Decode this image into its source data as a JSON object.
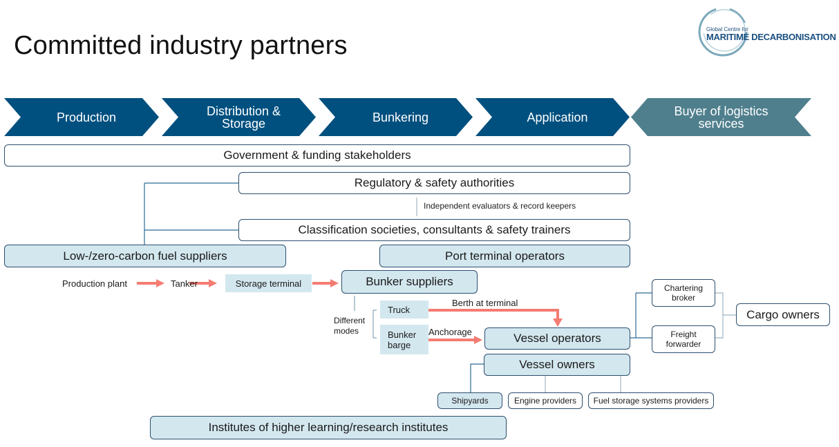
{
  "title": "Committed industry partners",
  "logo": {
    "line1": "Global Centre for",
    "line2": "MARITIME DECARBONISATION"
  },
  "stages": [
    {
      "label": "Production"
    },
    {
      "label": "Distribution & Storage"
    },
    {
      "label": "Bunkering"
    },
    {
      "label": "Application"
    },
    {
      "label": "Buyer of logistics services"
    }
  ],
  "colors": {
    "stage_primary": "#00507f",
    "stage_buyer": "#4f7f8d",
    "box_fill": "#d3e7ef",
    "box_border": "#2c4e6e",
    "arrow": "#f47c73"
  },
  "stakeholders": {
    "government": "Government & funding stakeholders",
    "regulatory": "Regulatory & safety authorities",
    "evaluators": "Independent evaluators & record keepers",
    "classification": "Classification societies, consultants & safety trainers",
    "fuel_suppliers": "Low-/zero-carbon fuel suppliers",
    "port_operators": "Port terminal operators",
    "bunker_suppliers": "Bunker suppliers",
    "vessel_operators": "Vessel operators",
    "vessel_owners": "Vessel owners",
    "chartering_broker": "Chartering broker",
    "freight_forwarder": "Freight forwarder",
    "cargo_owners": "Cargo owners",
    "shipyards": "Shipyards",
    "engine_providers": "Engine providers",
    "fuel_storage": "Fuel storage systems providers",
    "institutes": "Institutes of higher learning/research institutes"
  },
  "flow": {
    "production_plant": "Production plant",
    "tanker": "Tanker",
    "storage_terminal": "Storage terminal",
    "different_modes": "Different modes",
    "truck": "Truck",
    "bunker_barge": "Bunker barge",
    "berth_at_terminal": "Berth at terminal",
    "anchorage": "Anchorage"
  }
}
